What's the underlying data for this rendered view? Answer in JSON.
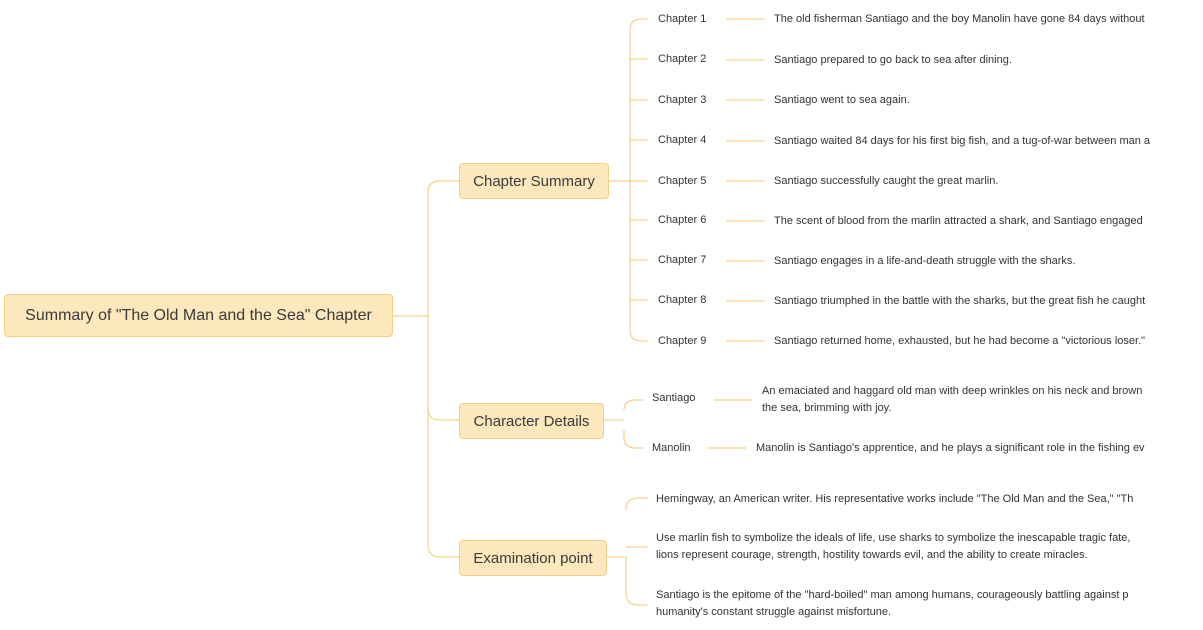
{
  "root": {
    "label": "Summary of \"The Old Man and the Sea\" Chapter"
  },
  "branches": {
    "chapter_summary": {
      "label": "Chapter Summary",
      "items": [
        {
          "label": "Chapter 1",
          "text": "The old fisherman Santiago and the boy Manolin have gone 84 days without"
        },
        {
          "label": "Chapter 2",
          "text": "Santiago prepared to go back to sea after dining."
        },
        {
          "label": "Chapter 3",
          "text": "Santiago went to sea again."
        },
        {
          "label": "Chapter 4",
          "text": "Santiago waited 84 days for his first big fish, and a tug-of-war between man a"
        },
        {
          "label": "Chapter 5",
          "text": "Santiago successfully caught the great marlin."
        },
        {
          "label": "Chapter 6",
          "text": "The scent of blood from the marlin attracted a shark, and Santiago engaged"
        },
        {
          "label": "Chapter 7",
          "text": "Santiago engages in a life-and-death struggle with the sharks."
        },
        {
          "label": "Chapter 8",
          "text": "Santiago triumphed in the battle with the sharks, but the great fish he caught"
        },
        {
          "label": "Chapter 9",
          "text": "Santiago returned home, exhausted, but he had become a \"victorious loser.\""
        }
      ]
    },
    "character_details": {
      "label": "Character Details",
      "items": [
        {
          "label": "Santiago",
          "text_line1": "An emaciated and haggard old man with deep wrinkles on his neck and brown",
          "text_line2": "the sea, brimming with joy."
        },
        {
          "label": "Manolin",
          "text_line1": "Manolin is Santiago's apprentice, and he plays a significant role in the fishing ev"
        }
      ]
    },
    "examination_point": {
      "label": "Examination point",
      "items": [
        {
          "text_line1": "Hemingway, an American writer. His representative works include \"The Old Man and the Sea,\" \"Th"
        },
        {
          "text_line1": "Use marlin fish to symbolize the ideals of life, use sharks to symbolize the inescapable tragic fate,",
          "text_line2": "lions represent courage, strength, hostility towards evil, and the ability to create miracles."
        },
        {
          "text_line1": "Santiago is the epitome of the \"hard-boiled\" man among humans, courageously battling against p",
          "text_line2": "humanity's constant struggle against misfortune."
        }
      ]
    }
  },
  "colors": {
    "node_fill": "#fde8bd",
    "node_border": "#f2cf86",
    "connector": "#f3d18a",
    "text": "#333333"
  }
}
